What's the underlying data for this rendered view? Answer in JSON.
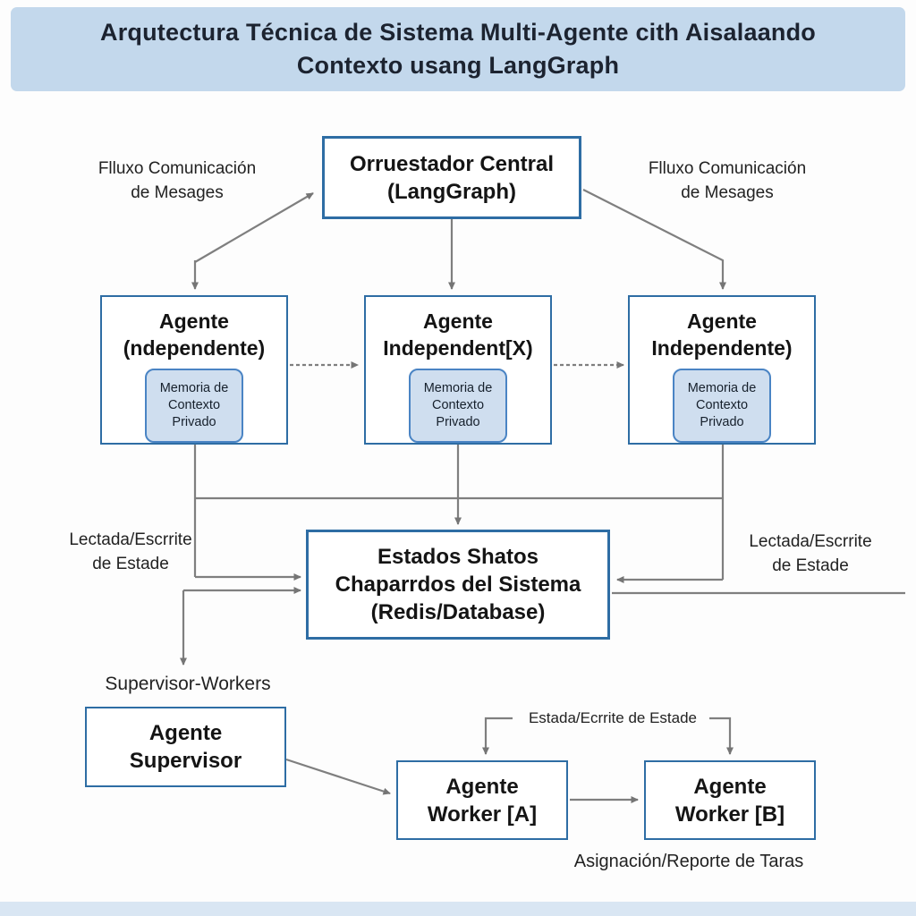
{
  "title": {
    "line1": "Arqutectura Técnica de Sistema Multi-Agente cith Aisalaando",
    "line2": "Contexto usang LangGraph"
  },
  "orchestrator": {
    "line1": "Orruestador Central",
    "line2": "(LangGraph)"
  },
  "flow_labels": {
    "left": {
      "line1": "Flluxo Comunicación",
      "line2": "de Mesages"
    },
    "right": {
      "line1": "Flluxo Comunicación",
      "line2": "de Mesages"
    }
  },
  "agents": [
    {
      "line1": "Agente",
      "line2": "(ndependente)",
      "memory": {
        "line1": "Memoria de",
        "line2": "Contexto",
        "line3": "Privado"
      }
    },
    {
      "line1": "Agente",
      "line2": "Independent[X)",
      "memory": {
        "line1": "Memoria de",
        "line2": "Contexto",
        "line3": "Privado"
      }
    },
    {
      "line1": "Agente",
      "line2": "Independente)",
      "memory": {
        "line1": "Memoria de",
        "line2": "Contexto",
        "line3": "Privado"
      }
    }
  ],
  "state_store": {
    "line1": "Estados Shatos",
    "line2": "Chaparrdos del Sistema",
    "line3": "(Redis/Database)"
  },
  "state_labels": {
    "left": {
      "line1": "Lectada/Escrrite",
      "line2": "de Estade"
    },
    "right": {
      "line1": "Lectada/Escrrite",
      "line2": "de Estade"
    }
  },
  "supervisor_section": {
    "heading": "Supervisor-Workers",
    "supervisor": {
      "line1": "Agente",
      "line2": "Supervisor"
    },
    "workers": [
      {
        "line1": "Agente",
        "line2": "Worker [A]"
      },
      {
        "line1": "Agente",
        "line2": "Worker [B]"
      }
    ],
    "worker_state_label": "Estada/Ecrrite de Estade",
    "task_label": "Asignación/Reporte de Taras"
  },
  "colors": {
    "banner_bg": "#c3d8ec",
    "box_border": "#2e6da4",
    "memory_bg": "#cfdeef",
    "memory_border": "#4a84c4",
    "connector": "#7f7f7f",
    "text": "#1b1b1b"
  }
}
